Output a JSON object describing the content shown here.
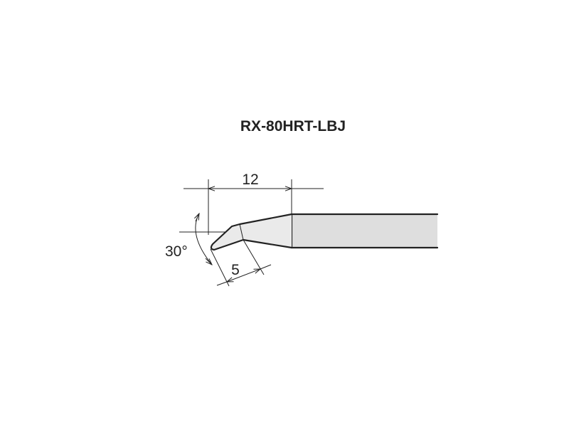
{
  "title": "RX-80HRT-LBJ",
  "dimensions": {
    "overall_length": "12",
    "tip_length": "5",
    "angle": "30°"
  },
  "colors": {
    "shaft_fill": "#dedede",
    "tip_fill": "#eaeaea",
    "line": "#222222",
    "background": "#ffffff"
  }
}
